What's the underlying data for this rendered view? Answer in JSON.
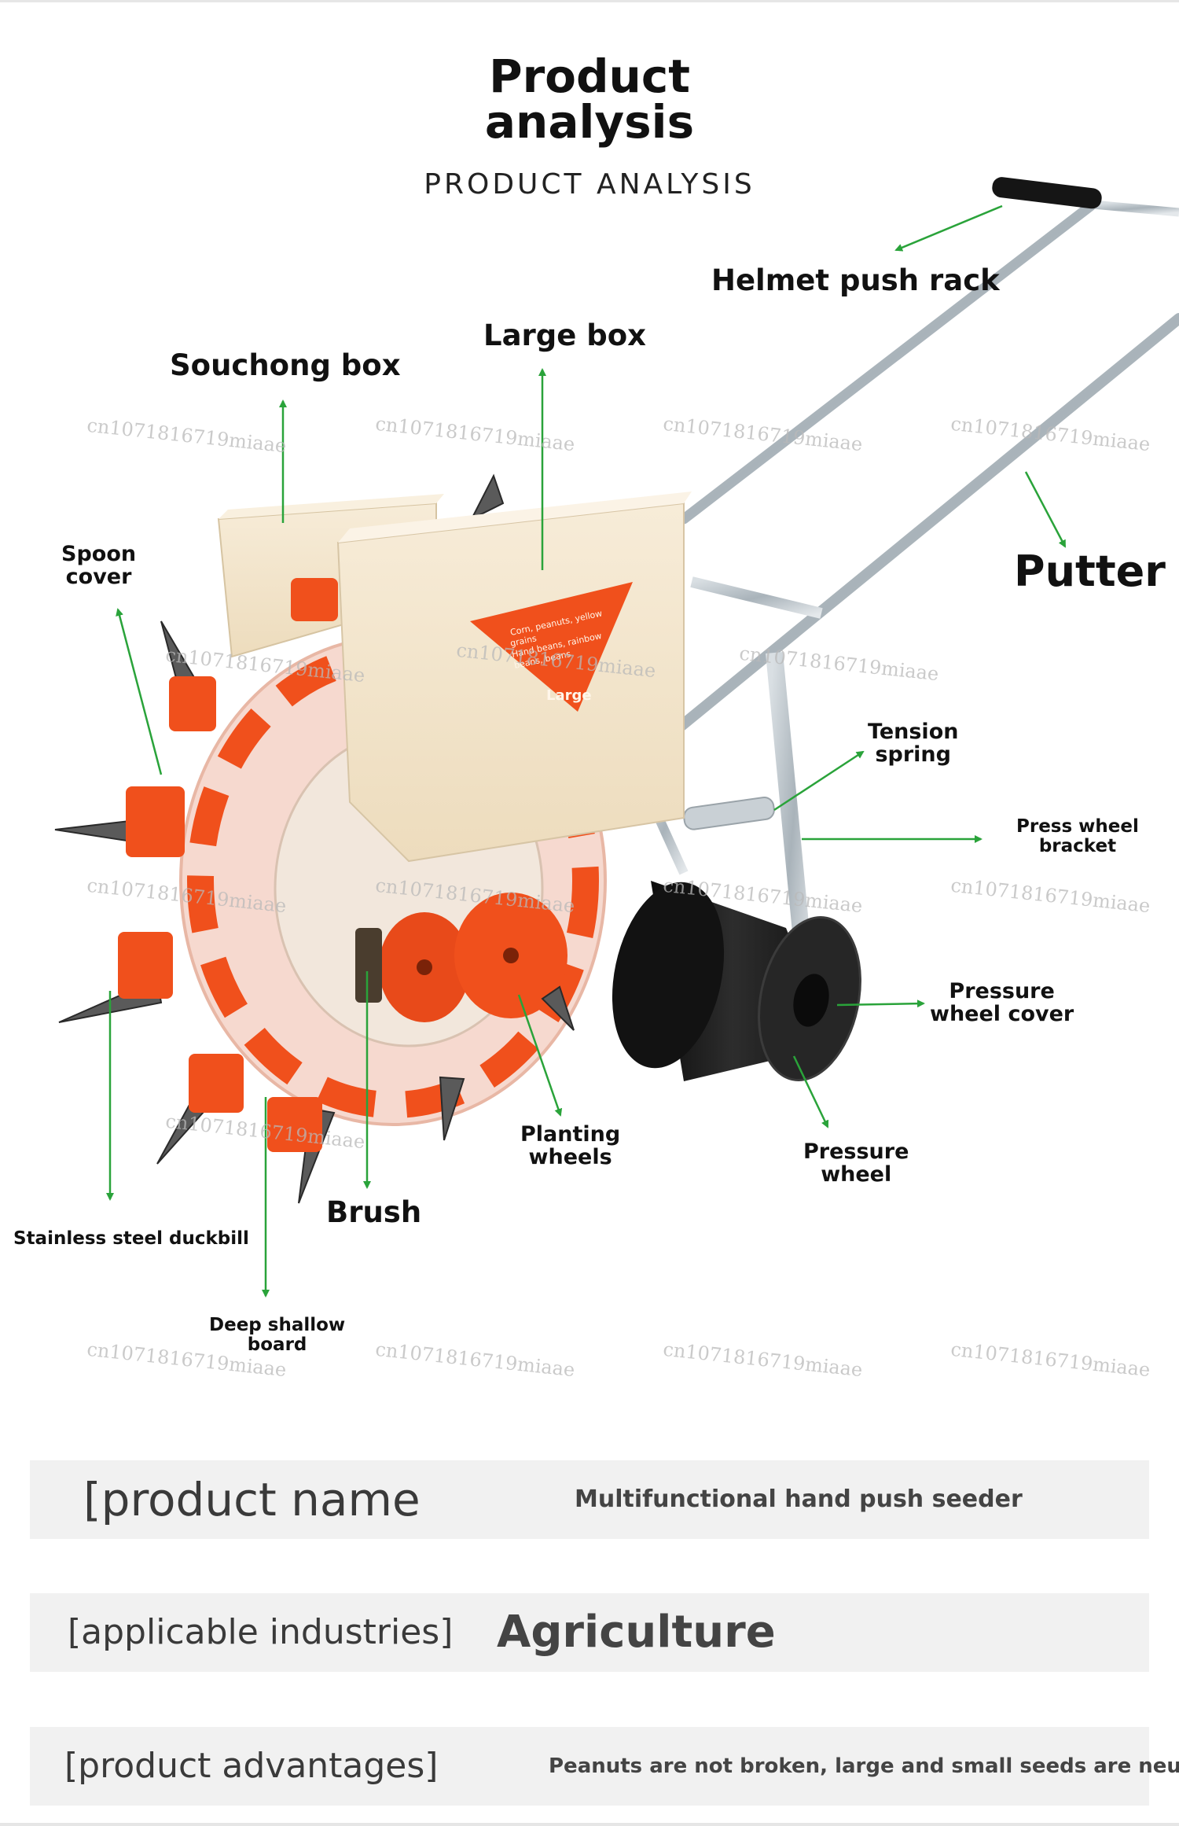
{
  "header": {
    "title_line1": "Product",
    "title_line2": "analysis",
    "subtitle": "PRODUCT ANALYSIS"
  },
  "watermark_text": "cn1071816719miaae",
  "labels": {
    "helmet_push_rack": "Helmet push rack",
    "large_box": "Large box",
    "souchong_box": "Souchong box",
    "spoon_cover_1": "Spoon",
    "spoon_cover_2": "cover",
    "putter": "Putter",
    "tension_spring_1": "Tension",
    "tension_spring_2": "spring",
    "press_wheel_bracket_1": "Press wheel",
    "press_wheel_bracket_2": "bracket",
    "pressure_wheel_cover_1": "Pressure",
    "pressure_wheel_cover_2": "wheel cover",
    "planting_wheels_1": "Planting",
    "planting_wheels_2": "wheels",
    "pressure_wheel_1": "Pressure",
    "pressure_wheel_2": "wheel",
    "brush": "Brush",
    "stainless_steel_duckbill": "Stainless steel duckbill",
    "deep_shallow_board_1": "Deep shallow",
    "deep_shallow_board_2": "board"
  },
  "box_sticker": {
    "line1": "Corn, peanuts, yellow",
    "line2": "grains",
    "line3": "Hand beans, rainbow",
    "line4": "beans, beans",
    "name": "Large"
  },
  "info": {
    "product_name_key": "[product name",
    "product_name_value": "Multifunctional hand push seeder",
    "industries_key": "[applicable industries]",
    "industries_value": "Agriculture",
    "advantages_key": "[product advantages]",
    "advantages_value": "Peanuts are not broken, large and small seeds are neutral"
  },
  "colors": {
    "arrow_green": "#2aa33a",
    "machine_orange": "#f0501c",
    "box_cream": "#f3e6cf",
    "info_row_bg": "#f1f1f1",
    "frame_steel": "#b9c2c8",
    "roller_black": "#1a1a1a"
  }
}
